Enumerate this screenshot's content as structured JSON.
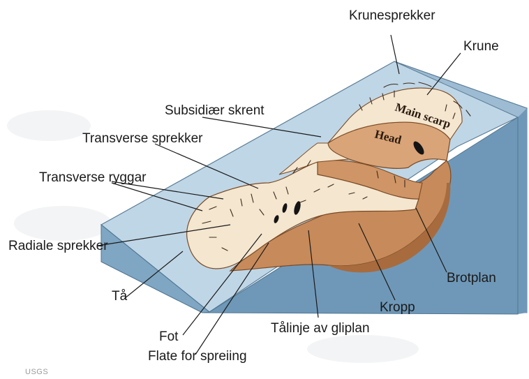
{
  "diagram": {
    "labels": {
      "krunesprekker": "Krunesprekker",
      "krune": "Krune",
      "subsidiaer_skrent": "Subsidiær skrent",
      "transverse_sprekker": "Transverse sprekker",
      "transverse_ryggar": "Transverse ryggar",
      "radiale_sprekker": "Radiale sprekker",
      "taa": "Tå",
      "fot": "Fot",
      "flate_for_spreiing": "Flate for spreiing",
      "taalinje": "Tålinje av gliplan",
      "kropp": "Kropp",
      "brotplan": "Brotplan",
      "main_scarp": "Main scarp",
      "head": "Head"
    },
    "credit": "USGS",
    "colors": {
      "slope_top": "#bfd6e6",
      "slope_side": "#7fa6c2",
      "block_front": "#6f98b8",
      "debris": "#f4e6cf",
      "body": "#c78a5a",
      "body_dark": "#a86b3e",
      "head_band": "#d9a477"
    }
  }
}
